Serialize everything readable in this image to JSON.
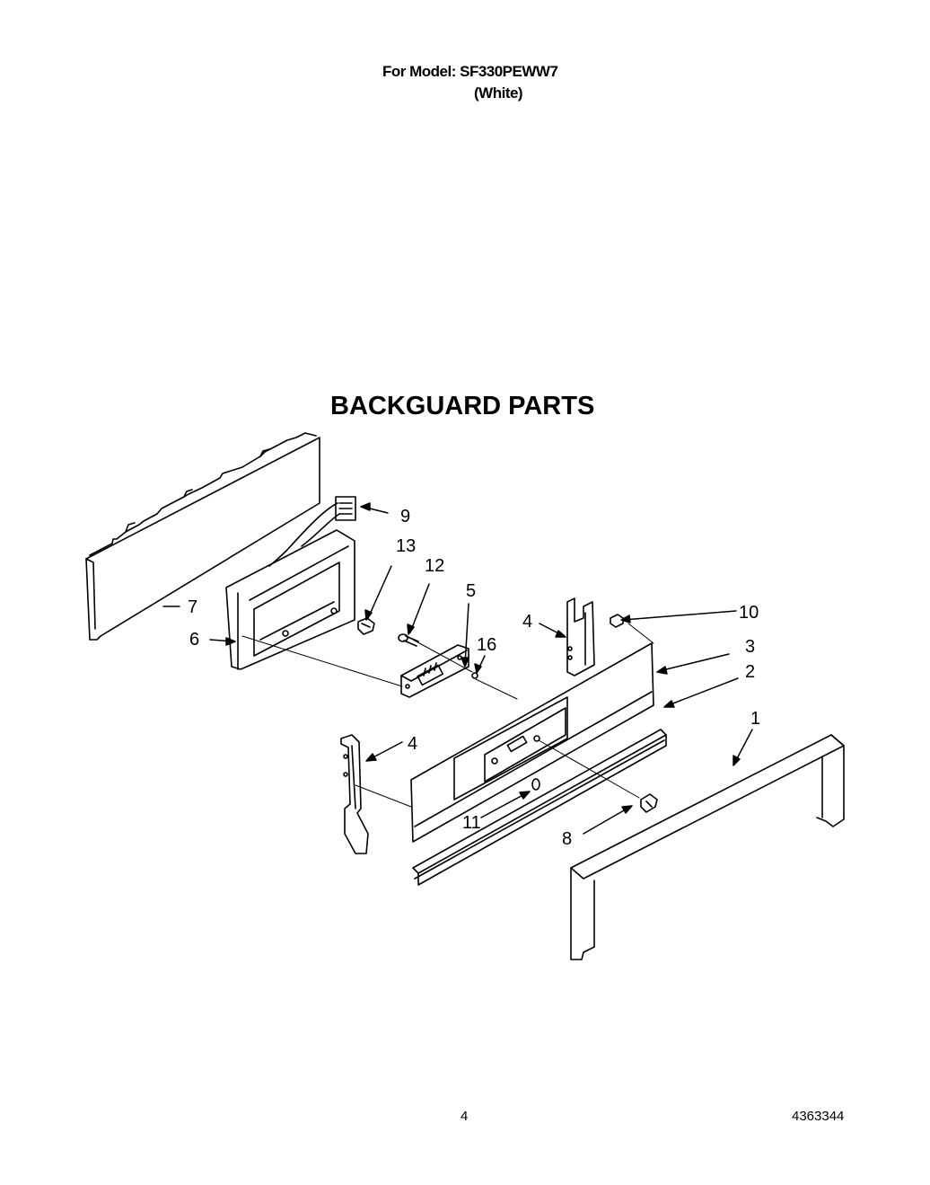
{
  "header": {
    "model_line": "For Model: SF330PEWW7",
    "color_line": "(White)"
  },
  "title": "BACKGUARD PARTS",
  "callouts": [
    "9",
    "13",
    "12",
    "5",
    "4",
    "10",
    "7",
    "6",
    "16",
    "3",
    "2",
    "1",
    "4",
    "11",
    "8"
  ],
  "footer": {
    "page_number": "4",
    "document_number": "4363344"
  }
}
